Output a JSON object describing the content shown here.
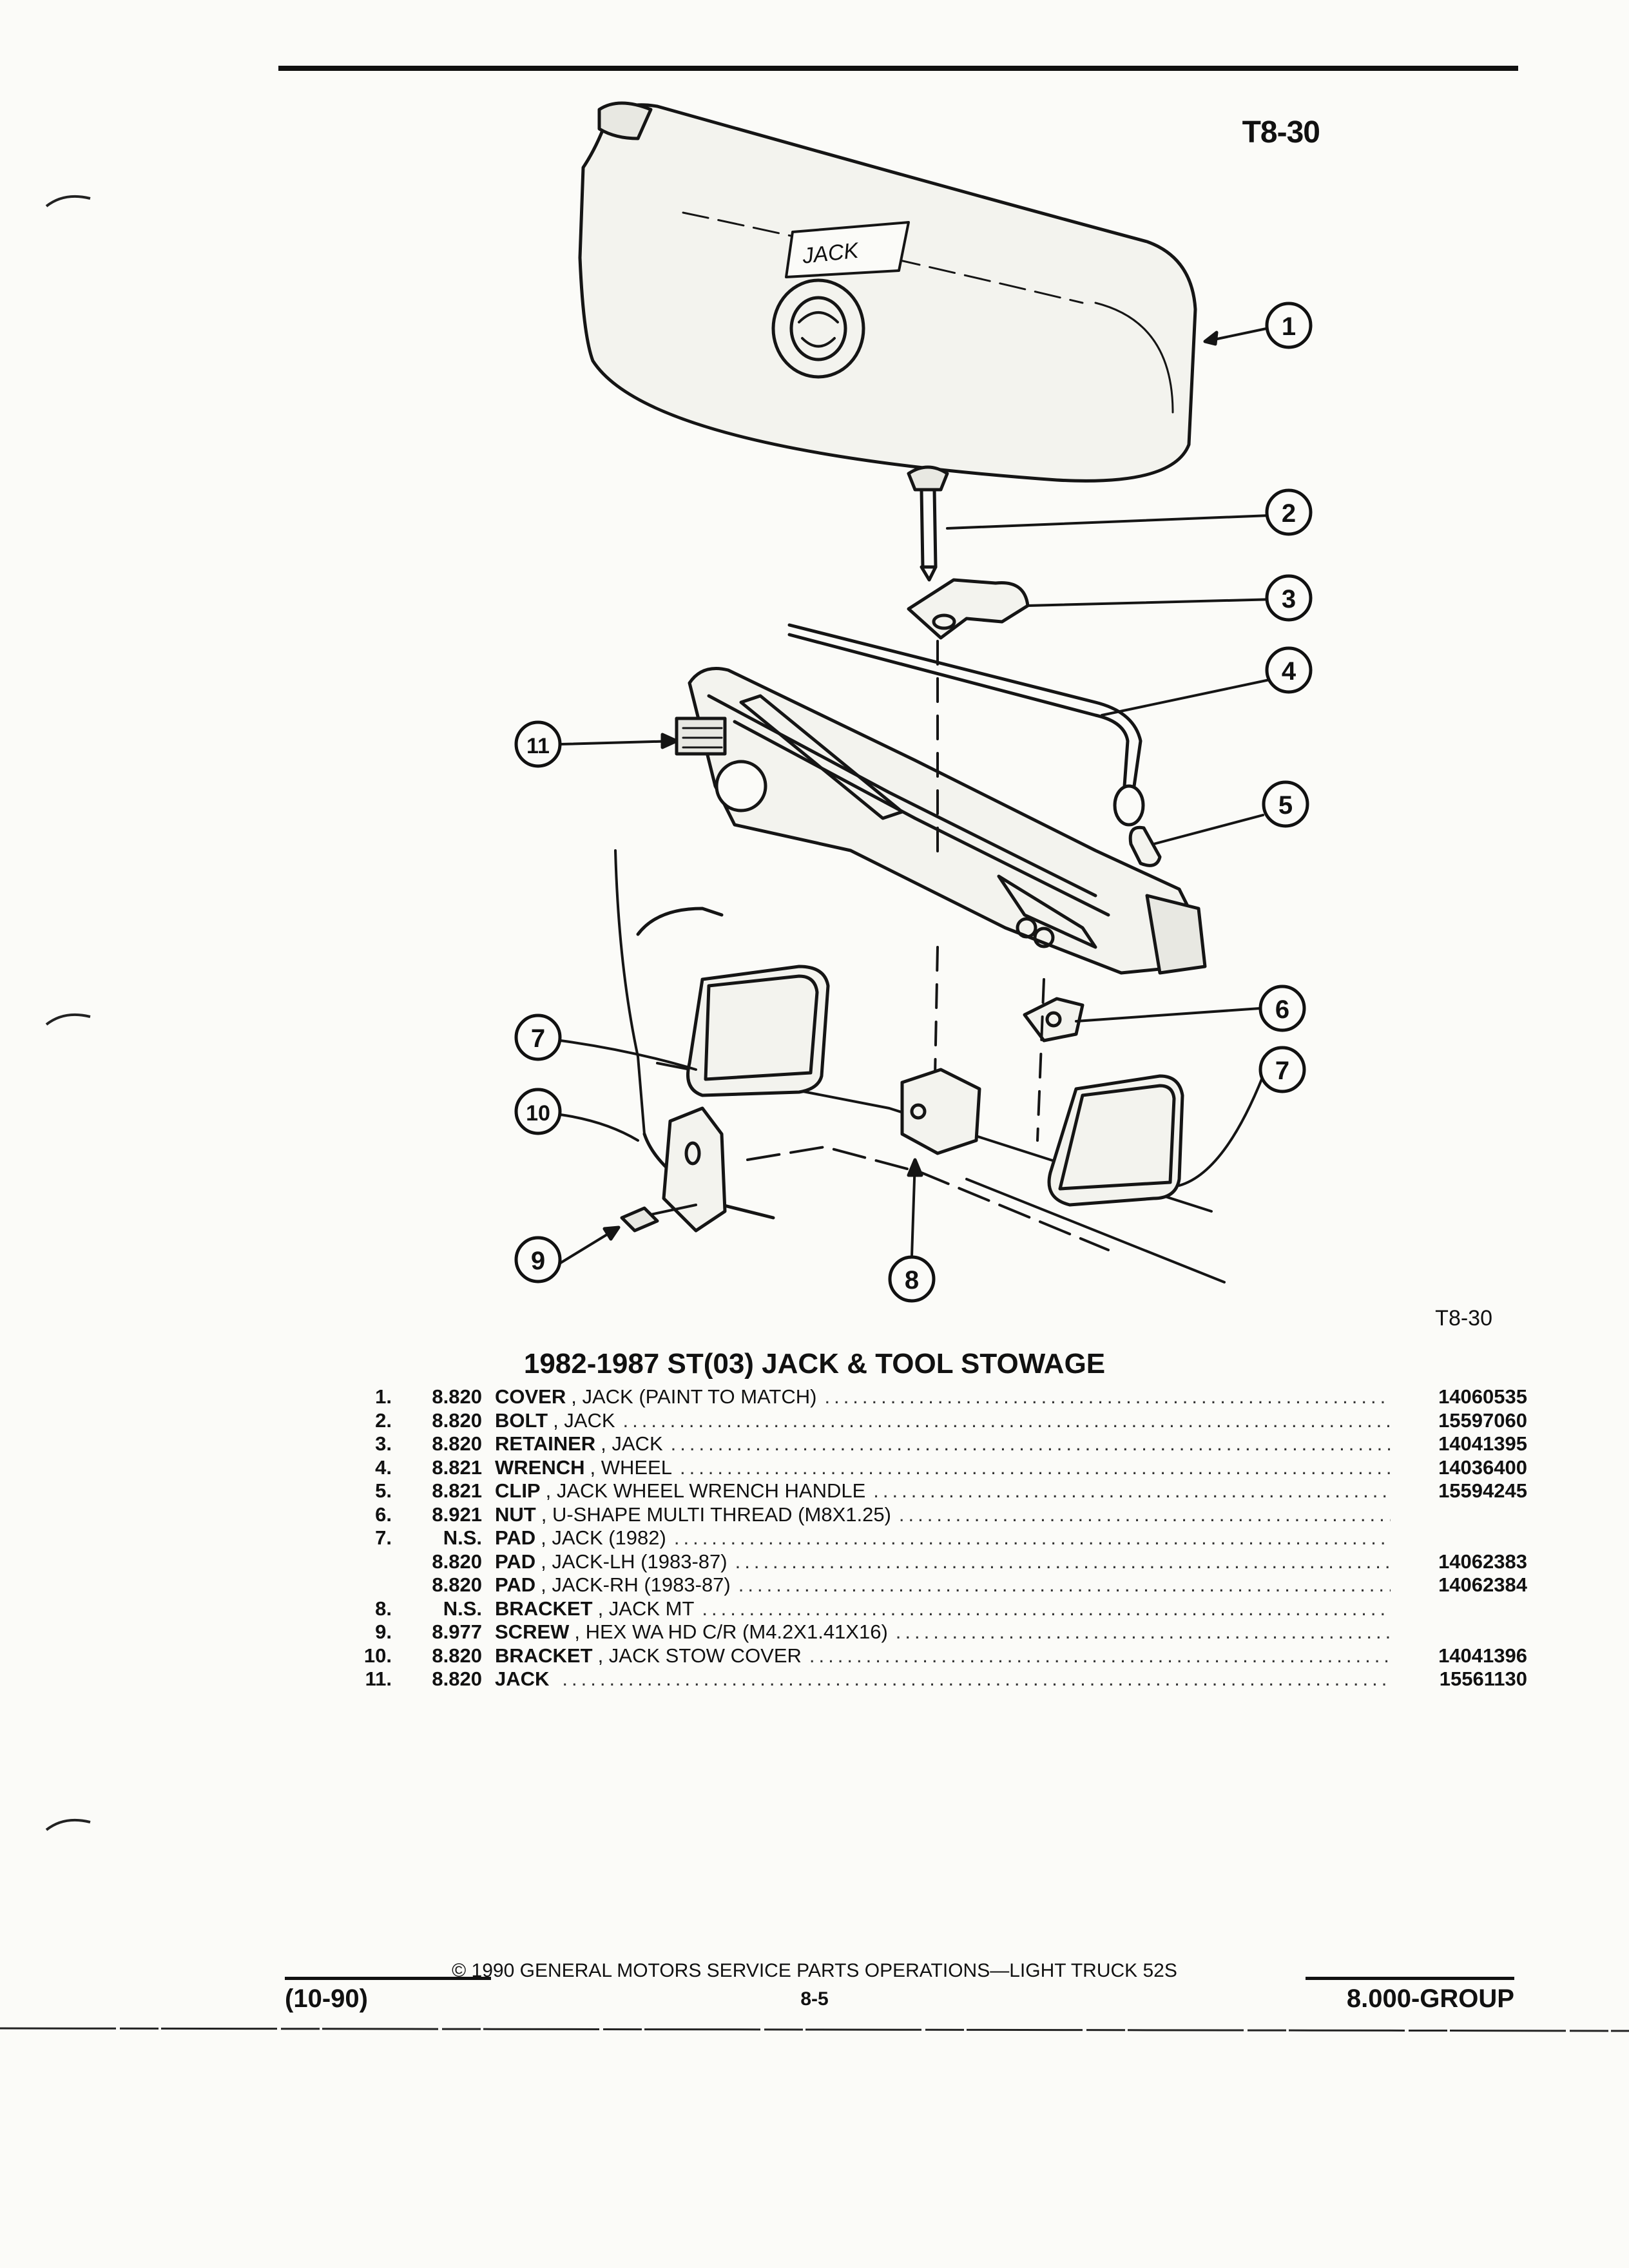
{
  "plate": {
    "number_top": "T8-30",
    "number_bottom": "T8-30"
  },
  "illustration": {
    "cover_label": "JACK",
    "callouts": [
      "1",
      "2",
      "3",
      "4",
      "5",
      "6",
      "7",
      "7",
      "8",
      "9",
      "10",
      "11"
    ]
  },
  "title": "1982-1987 ST(03) JACK & TOOL STOWAGE",
  "parts": [
    {
      "num": "1.",
      "group": "8.820",
      "name": "COVER",
      "desc": ", JACK (PAINT TO MATCH)",
      "part": "14060535"
    },
    {
      "num": "2.",
      "group": "8.820",
      "name": "BOLT",
      "desc": ", JACK",
      "part": "15597060"
    },
    {
      "num": "3.",
      "group": "8.820",
      "name": "RETAINER",
      "desc": ", JACK",
      "part": "14041395"
    },
    {
      "num": "4.",
      "group": "8.821",
      "name": "WRENCH",
      "desc": ", WHEEL",
      "part": "14036400"
    },
    {
      "num": "5.",
      "group": "8.821",
      "name": "CLIP",
      "desc": ", JACK WHEEL WRENCH HANDLE",
      "part": "15594245"
    },
    {
      "num": "6.",
      "group": "8.921",
      "name": "NUT",
      "desc": ", U-SHAPE MULTI THREAD (M8X1.25)",
      "part": ""
    },
    {
      "num": "7.",
      "group": "N.S.",
      "name": "PAD",
      "desc": ", JACK (1982)",
      "part": ""
    },
    {
      "num": "",
      "group": "8.820",
      "name": "PAD",
      "desc": ", JACK-LH (1983-87)",
      "part": "14062383"
    },
    {
      "num": "",
      "group": "8.820",
      "name": "PAD",
      "desc": ", JACK-RH (1983-87)",
      "part": "14062384"
    },
    {
      "num": "8.",
      "group": "N.S.",
      "name": "BRACKET",
      "desc": ", JACK MT",
      "part": ""
    },
    {
      "num": "9.",
      "group": "8.977",
      "name": "SCREW",
      "desc": ", HEX WA HD C/R (M4.2X1.41X16)",
      "part": ""
    },
    {
      "num": "10.",
      "group": "8.820",
      "name": "BRACKET",
      "desc": ", JACK STOW COVER",
      "part": "14041396"
    },
    {
      "num": "11.",
      "group": "8.820",
      "name": "JACK",
      "desc": "",
      "part": "15561130"
    }
  ],
  "footer": {
    "date_code": "(10-90)",
    "copyright": "© 1990 GENERAL MOTORS SERVICE PARTS OPERATIONS—LIGHT TRUCK 52S",
    "page": "8-5",
    "group": "8.000-GROUP"
  }
}
